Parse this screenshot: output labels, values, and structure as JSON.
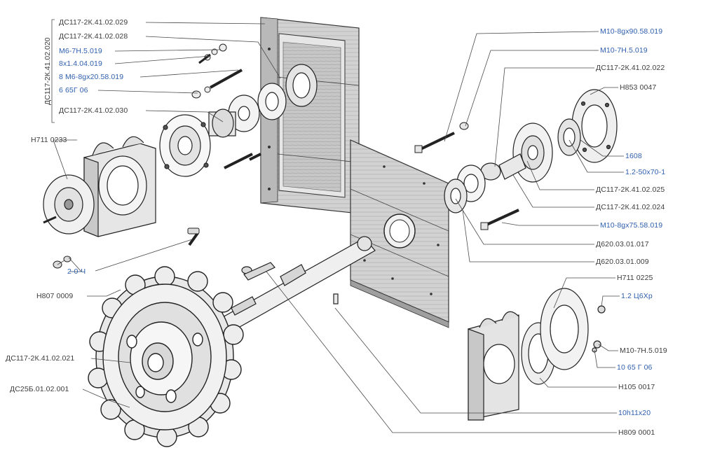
{
  "diagram": {
    "group_label": "ДС117-2К.41.02.020",
    "labels": [
      {
        "id": "l1",
        "text": "ДС117-2К.41.02.029",
        "kind": "std"
      },
      {
        "id": "l2",
        "text": "ДС117-2К.41.02.028",
        "kind": "std"
      },
      {
        "id": "l3",
        "text": "М6-7Н.5.019",
        "kind": "pur"
      },
      {
        "id": "l4",
        "text": "8х1.4.04.019",
        "kind": "std"
      },
      {
        "id": "l5",
        "text": "8 М6-8gх20.58.019",
        "kind": "pur"
      },
      {
        "id": "l6",
        "text": "6 65Г 06",
        "kind": "pur"
      },
      {
        "id": "l7",
        "text": "ДС117-2К.41.02.030",
        "kind": "std"
      },
      {
        "id": "l8",
        "text": "Н711 0233",
        "kind": "std"
      },
      {
        "id": "l9",
        "text": "2-0-Ч",
        "kind": "pur"
      },
      {
        "id": "l10",
        "text": "Н807 0009",
        "kind": "std"
      },
      {
        "id": "l11",
        "text": "ДС117-2К.41.02.021",
        "kind": "std"
      },
      {
        "id": "l12",
        "text": "ДС25Б.01.02.001",
        "kind": "std"
      },
      {
        "id": "r1",
        "text": "М10-8gх90.58.019",
        "kind": "pur"
      },
      {
        "id": "r2",
        "text": "М10-7Н.5.019",
        "kind": "pur"
      },
      {
        "id": "r3",
        "text": "ДС117-2К.41.02.022",
        "kind": "std"
      },
      {
        "id": "r4",
        "text": "Н853 0047",
        "kind": "std"
      },
      {
        "id": "r5",
        "text": "1608",
        "kind": "pur"
      },
      {
        "id": "r6",
        "text": "1.2-50х70-1",
        "kind": "pur"
      },
      {
        "id": "r7",
        "text": "ДС117-2К.41.02.025",
        "kind": "std"
      },
      {
        "id": "r8",
        "text": "ДС117-2К.41.02.024",
        "kind": "std"
      },
      {
        "id": "r9",
        "text": "М10-8gх75.58.019",
        "kind": "pur"
      },
      {
        "id": "r10",
        "text": "Д620.03.01.017",
        "kind": "std"
      },
      {
        "id": "r11",
        "text": "Д620.03.01.009",
        "kind": "std"
      },
      {
        "id": "r12",
        "text": "Н711 0225",
        "kind": "std"
      },
      {
        "id": "r13",
        "text": "1.2 Ц6Хр",
        "kind": "pur"
      },
      {
        "id": "r14",
        "text": "М10-7Н.5.019",
        "kind": "std"
      },
      {
        "id": "r15",
        "text": "10 65 Г 06",
        "kind": "pur"
      },
      {
        "id": "r16",
        "text": "Н105 0017",
        "kind": "std"
      },
      {
        "id": "r17",
        "text": "10h11х20",
        "kind": "pur"
      },
      {
        "id": "r18",
        "text": "Н809 0001",
        "kind": "std"
      }
    ],
    "colors": {
      "standard_label": "#3d3d3d",
      "purchased_label": "#2f5fae",
      "line": "#4a4a4a",
      "wood": "#cfcfcf"
    }
  }
}
